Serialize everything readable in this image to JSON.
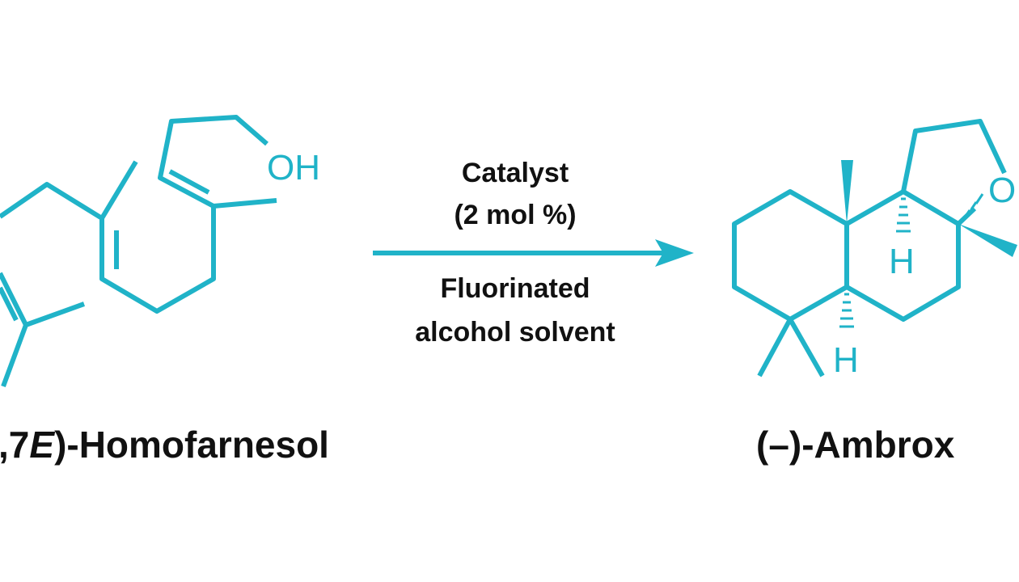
{
  "colors": {
    "structure": "#20b3c8",
    "text": "#111111",
    "background": "#ffffff"
  },
  "reactant": {
    "name_prefix": ",7",
    "name_italic": "E",
    "name_suffix": ")-Homofarnesol",
    "oh_label": "OH"
  },
  "reaction": {
    "above_line1": "Catalyst",
    "above_line2": "(2 mol %)",
    "below_line1": "Fluorinated",
    "below_line2": "alcohol solvent"
  },
  "product": {
    "name": "(–)-Ambrox",
    "o_label": "O",
    "h_label_top": "H",
    "h_label_bottom": "H"
  }
}
